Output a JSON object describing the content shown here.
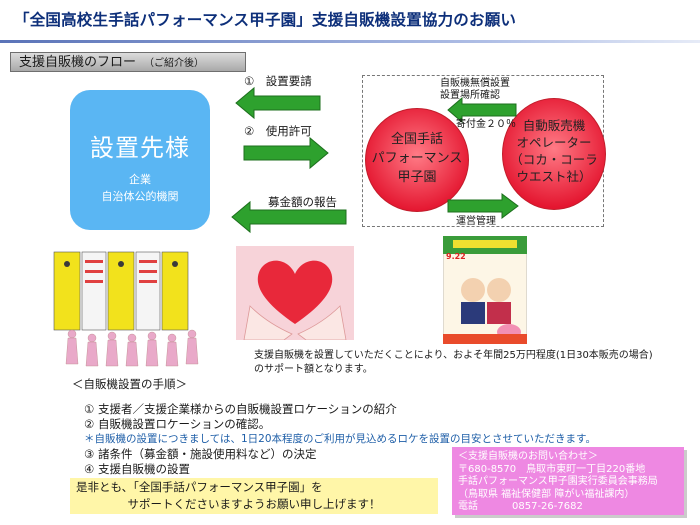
{
  "title": "「全国高校生手話パフォーマンス甲子園」支援自販機設置協力のお願い",
  "flow_section": {
    "label": "支援自販機のフロー",
    "sub": "（ご紹介後）"
  },
  "host": {
    "title": "設置先様",
    "sub1": "企業",
    "sub2": "自治体公的機関"
  },
  "steps": [
    {
      "label": "①　設置要請"
    },
    {
      "label": "②　使用許可"
    },
    {
      "label": "募金額の報告"
    }
  ],
  "organizer": {
    "line1": "全国手話",
    "line2": "パフォーマンス",
    "line3": "甲子園"
  },
  "operator": {
    "line1": "自動販売機",
    "line2": "オペレーター",
    "line3": "（コカ・コーラ",
    "line4": "ウエスト社）"
  },
  "relations": {
    "top1": "自販機無償設置",
    "top2": "設置場所確認",
    "donation": "寄付金２０％",
    "management": "運営管理"
  },
  "support_note": {
    "line1": "支援自販機を設置していただくことにより、およそ年間25万円程度(1日30本販売の場合)",
    "line2": "のサポート額となります。"
  },
  "procedure": {
    "heading": "＜自販機設置の手順＞",
    "items": [
      "①  支援者／支援企業様からの自販機設置ロケーションの紹介",
      "②  自販機設置ロケーションの確認。",
      "＊自販機の設置につきましては、1日20本程度のご利用が見込めるロケを設置の目安とさせていただきます。",
      "③  諸条件（募金額・施設使用料など）の決定",
      "④  支援自販機の設置"
    ]
  },
  "appeal": {
    "line1": "是非とも、「全国手話パフォーマンス甲子園」を",
    "line2": "サポートくださいますようお願い申し上げます！"
  },
  "contact": {
    "heading": "＜支援自販機のお問い合わせ＞",
    "address": "〒680-8570　鳥取市東町一丁目220番地",
    "office": "手話パフォーマンス甲子園実行委員会事務局",
    "dept": "（鳥取県 福祉保健部 障がい福祉課内）",
    "phone_label": "電話",
    "phone": "0857-26-7682"
  },
  "poster": {
    "date": "9.22"
  },
  "colors": {
    "arrow": "#2ea12e",
    "host_box": "#5ab6f3",
    "circle": "#e4152f",
    "appeal_bg": "#fff6a8",
    "contact_bg": "#ee88e2"
  }
}
